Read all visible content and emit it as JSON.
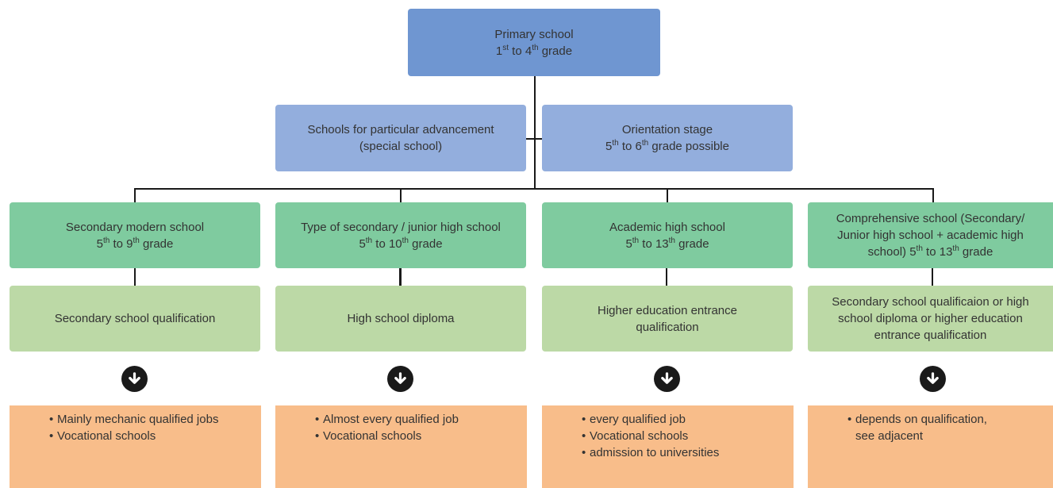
{
  "primary": {
    "line1": "Primary school",
    "line2": [
      "1",
      "st",
      " to 4",
      "th",
      " grade"
    ]
  },
  "middle": [
    {
      "id": "special",
      "line1": "Schools for particular advancement",
      "line2": "(special school)"
    },
    {
      "id": "orientation",
      "line1": "Orientation stage",
      "line2": [
        "5",
        "th",
        " to 6",
        "th",
        " grade possible"
      ]
    }
  ],
  "columns": [
    {
      "school_line1": "Secondary modern school",
      "school_line2": [
        "5",
        "th",
        " to 9",
        "th",
        " grade"
      ],
      "qualification": [
        "Secondary school qualification"
      ],
      "outcomes": [
        "Mainly mechanic qualified jobs",
        "Vocational schools"
      ]
    },
    {
      "school_line1": "Type of secondary / junior high school",
      "school_line2": [
        "5",
        "th",
        " to 10",
        "th",
        " grade"
      ],
      "qualification": [
        "High school diploma"
      ],
      "outcomes": [
        "Almost every qualified job",
        "Vocational schools"
      ]
    },
    {
      "school_line1": "Academic high school",
      "school_line2": [
        "5",
        "th",
        " to 13",
        "th",
        " grade"
      ],
      "qualification": [
        "Higher education entrance",
        "qualification"
      ],
      "outcomes": [
        "every qualified job",
        "Vocational schools",
        "admission to universities"
      ]
    },
    {
      "school_lines": [
        "Comprehensive school (Secondary/",
        "Junior high school + academic high"
      ],
      "school_line3": [
        "school) 5",
        "th",
        " to 13",
        "th",
        " grade"
      ],
      "qualification": [
        "Secondary school qualificaion or high",
        "school diploma or higher education",
        "entrance qualification"
      ],
      "outcomes": [
        "depends on qualification,",
        "see adjacent"
      ]
    }
  ],
  "colors": {
    "primary": "#6f96d1",
    "middle": "#93aedd",
    "school": "#7fcb9f",
    "qualification": "#bcd9a6",
    "outcome": "#f8bd8a",
    "connector": "#1a1a1a"
  },
  "icons": {
    "step_arrow": "arrow-down-circle-icon"
  }
}
